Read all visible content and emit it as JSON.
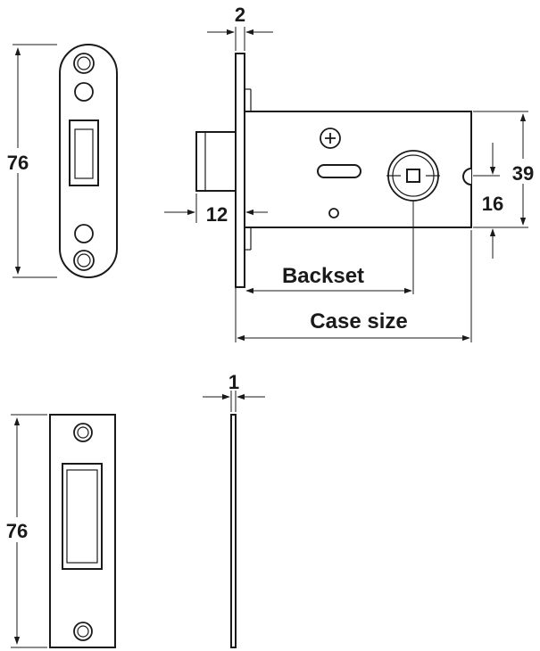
{
  "labels": {
    "faceplate_height_top": "76",
    "faceplate_height_bottom": "76",
    "faceplate_thickness_top": "2",
    "bolt_throw": "12",
    "backset": "Backset",
    "case_size": "Case size",
    "case_height": "39",
    "spindle_offset": "16",
    "plate_thickness_bottom": "1"
  }
}
